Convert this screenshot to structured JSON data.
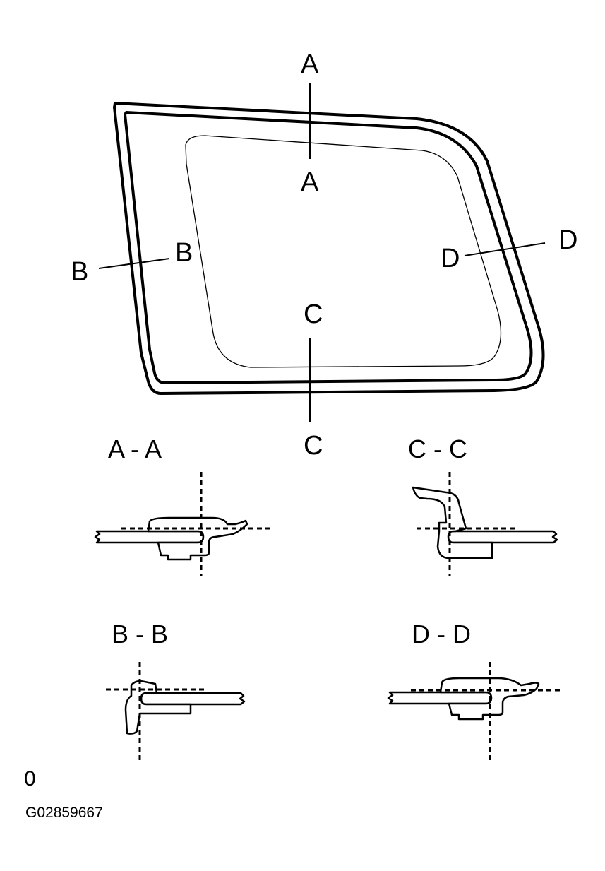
{
  "diagram": {
    "callouts": {
      "a_top": "A",
      "a_inner": "A",
      "b_outer": "B",
      "b_inner": "B",
      "c_inner": "C",
      "c_bottom": "C",
      "d_inner": "D",
      "d_outer": "D"
    },
    "sections": {
      "aa": "A - A",
      "cc": "C - C",
      "bb": "B - B",
      "dd": "D - D"
    },
    "footer": {
      "marker": "0",
      "figure_code": "G02859667"
    }
  }
}
